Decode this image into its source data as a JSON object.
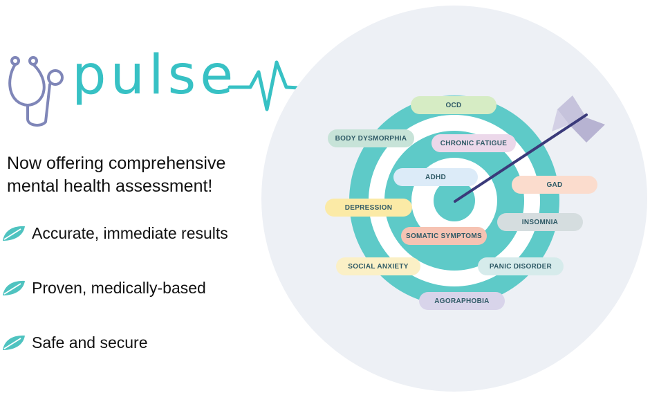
{
  "brand": {
    "name": "pulse",
    "accent": "#37c1c4",
    "logo_icons": [
      "stethoscope-icon",
      "heartbeat-line-icon"
    ]
  },
  "tagline": "Now offering comprehensive mental health assessment!",
  "features": [
    {
      "icon": "leaf-icon",
      "text": "Accurate, immediate results"
    },
    {
      "icon": "leaf-icon",
      "text": "Proven, medically-based"
    },
    {
      "icon": "leaf-icon",
      "text": "Safe and secure"
    }
  ],
  "target": {
    "ring_color": "#5ecac8",
    "background_color": "#edf0f5",
    "arrow_color": "#3a3a7a",
    "fletching_color": "#c6c3dc",
    "conditions": [
      {
        "label": "OCD",
        "color": "#d6ecc4"
      },
      {
        "label": "BODY DYSMORPHIA",
        "color": "#c7e3d8"
      },
      {
        "label": "CHRONIC FATIGUE",
        "color": "#ecd8ea"
      },
      {
        "label": "ADHD",
        "color": "#dcebf8"
      },
      {
        "label": "GAD",
        "color": "#fbdccd"
      },
      {
        "label": "DEPRESSION",
        "color": "#fbeaa6"
      },
      {
        "label": "INSOMNIA",
        "color": "#d5dddf"
      },
      {
        "label": "SOMATIC SYMPTOMS",
        "color": "#f6c3b3"
      },
      {
        "label": "SOCIAL ANXIETY",
        "color": "#fbf0c6"
      },
      {
        "label": "PANIC DISORDER",
        "color": "#d6ebeb"
      },
      {
        "label": "AGORAPHOBIA",
        "color": "#d8d4ea"
      }
    ]
  }
}
